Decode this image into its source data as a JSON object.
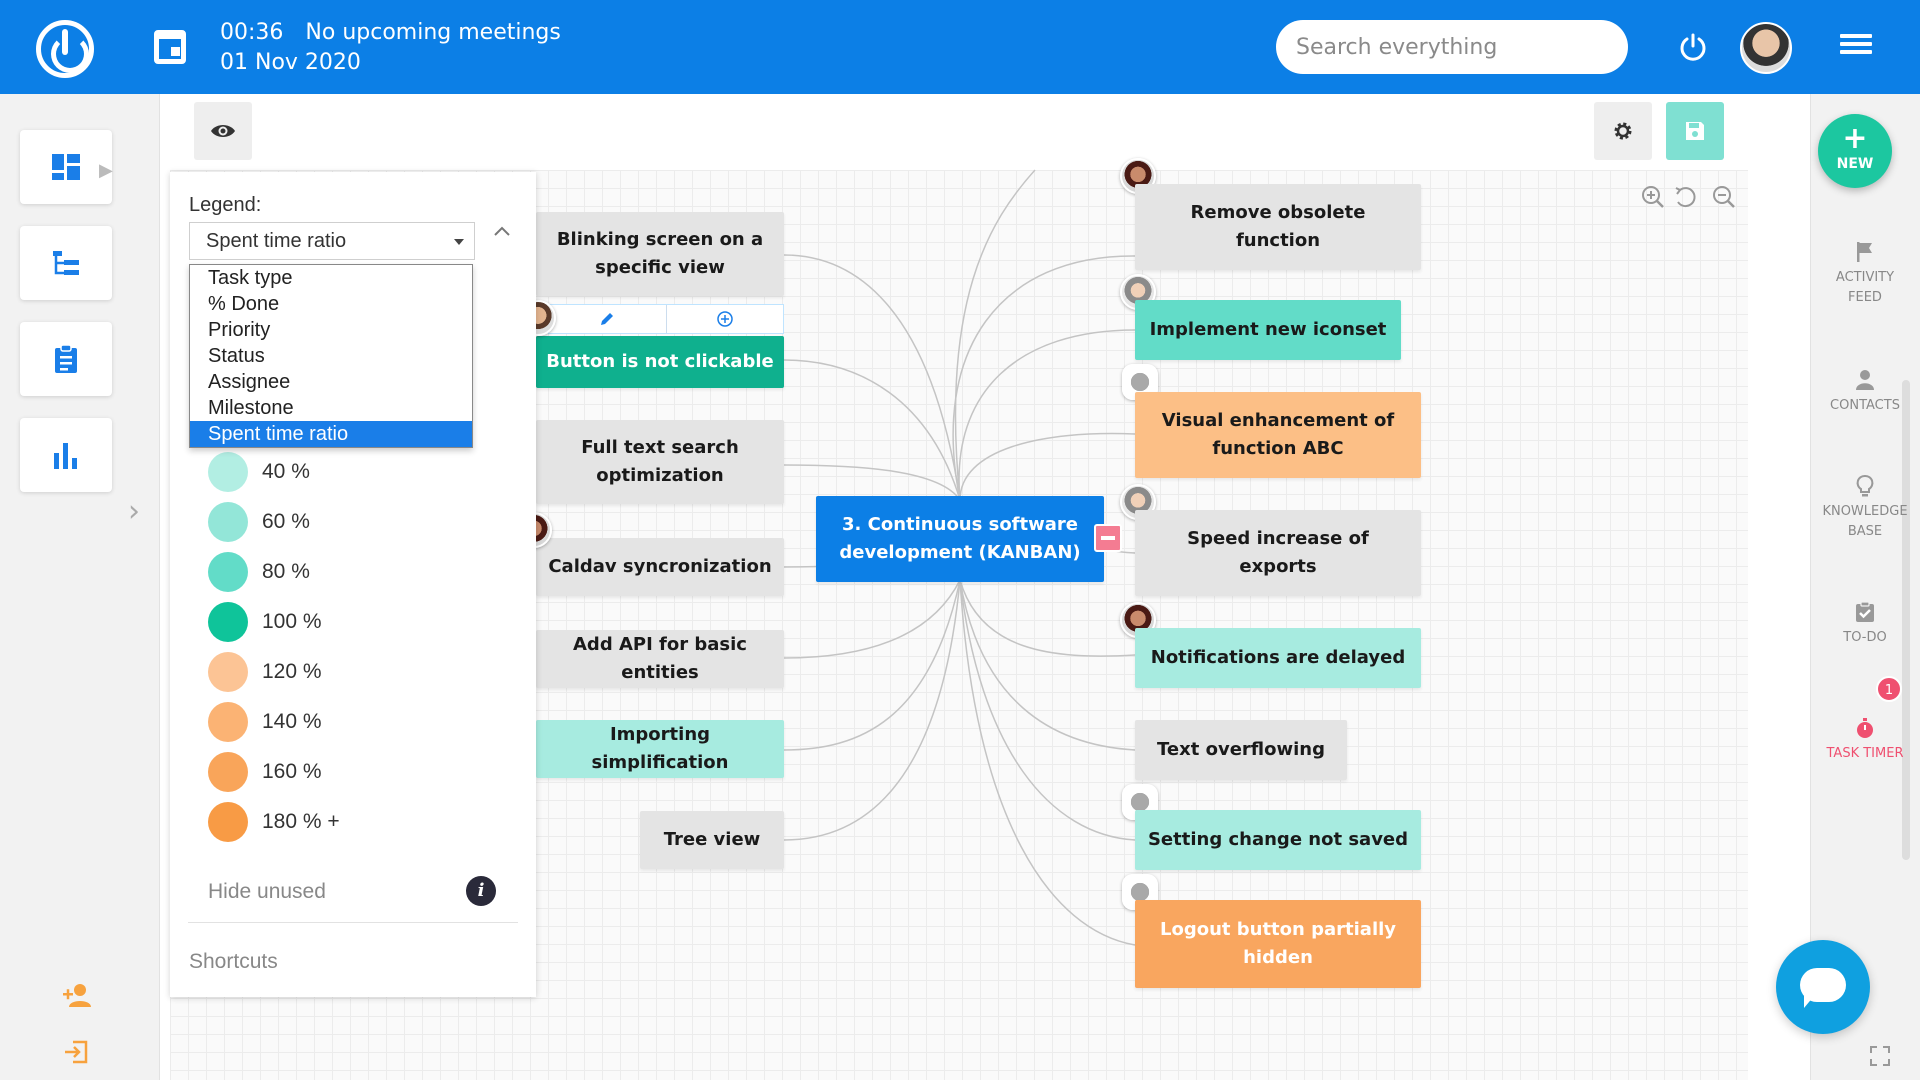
{
  "topbar": {
    "time": "00:36",
    "meetings": "No upcoming meetings",
    "date": "01 Nov 2020",
    "search_placeholder": "Search everything"
  },
  "rightbar": {
    "new_label": "NEW",
    "items": [
      {
        "line1": "ACTIVITY",
        "line2": "FEED",
        "icon": "flag-icon"
      },
      {
        "line1": "CONTACTS",
        "line2": "",
        "icon": "person-icon"
      },
      {
        "line1": "KNOWLEDGE",
        "line2": "BASE",
        "icon": "lightbulb-icon"
      },
      {
        "line1": "TO-DO",
        "line2": "",
        "icon": "checklist-icon"
      },
      {
        "line1": "TASK TIMER",
        "line2": "",
        "icon": "stopwatch-icon"
      }
    ],
    "timer_badge": "1"
  },
  "legend": {
    "title": "Legend:",
    "selected": "Spent time ratio",
    "options": [
      "Task type",
      "% Done",
      "Priority",
      "Status",
      "Assignee",
      "Milestone",
      "Spent time ratio"
    ],
    "rows": [
      {
        "label": "40 %",
        "color": "#b2eee3"
      },
      {
        "label": "60 %",
        "color": "#93e6d8"
      },
      {
        "label": "80 %",
        "color": "#62dcc8"
      },
      {
        "label": "100 %",
        "color": "#0fc49a"
      },
      {
        "label": "120 %",
        "color": "#fcc495"
      },
      {
        "label": "140 %",
        "color": "#fbb374"
      },
      {
        "label": "160 %",
        "color": "#f9a55a"
      },
      {
        "label": "180 % +",
        "color": "#f89b45"
      }
    ],
    "hide_unused": "Hide unused",
    "shortcuts": "Shortcuts"
  },
  "mindmap": {
    "center": {
      "line1": "3. Continuous software",
      "line2": "development (KANBAN)"
    },
    "left_nodes": [
      {
        "line1": "Blinking screen on a",
        "line2": "specific view"
      },
      {
        "line1": "Button is not clickable",
        "line2": ""
      },
      {
        "line1": "Full text search",
        "line2": "optimization"
      },
      {
        "line1": "Caldav syncronization",
        "line2": ""
      },
      {
        "line1": "Add API for basic entities",
        "line2": ""
      },
      {
        "line1": "Importing simplification",
        "line2": ""
      },
      {
        "line1": "Tree view",
        "line2": ""
      }
    ],
    "right_nodes": [
      {
        "line1": "Remove obsolete",
        "line2": "function"
      },
      {
        "line1": "Implement new iconset",
        "line2": ""
      },
      {
        "line1": "Visual enhancement of",
        "line2": "function ABC"
      },
      {
        "line1": "Speed increase of",
        "line2": "exports"
      },
      {
        "line1": "Notifications are delayed",
        "line2": ""
      },
      {
        "line1": "Text overflowing",
        "line2": ""
      },
      {
        "line1": "Setting change not saved",
        "line2": ""
      },
      {
        "line1": "Logout button partially",
        "line2": "hidden"
      }
    ]
  }
}
